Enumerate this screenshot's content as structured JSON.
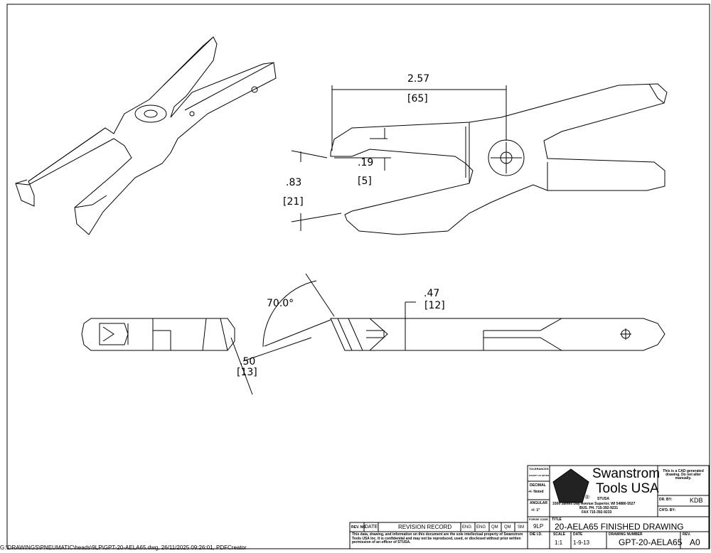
{
  "dimensions": {
    "length_in": "2.57",
    "length_mm": "[65]",
    "tip_in": ".19",
    "tip_mm": "[5]",
    "open_in": ".83",
    "open_mm": "[21]",
    "angle": "70.0°",
    "thick_in": ".47",
    "thick_mm": "[12]",
    "width_in": ".50",
    "width_mm": "[13]"
  },
  "title_block": {
    "tolerances_label": "TOLERANCES",
    "tolerances_sub": "EXCEPT AS NOTED",
    "decimal_label": "DECIMAL",
    "decimal_value": "+/- Noted",
    "angular_label": "ANGULAR",
    "angular_value": "+/- 1°",
    "company_line1": "Swanstrom",
    "company_line2": "Tools USA",
    "registered": "®",
    "stusa": "STUSA",
    "address": "3300 James Day Avenue Superior, WI 54880-5527",
    "phone": "BUS. PH. 715-392-9231",
    "fax": "FAX 715-392-9233",
    "cad_note": "This is a CAD generated drawing. Do not alter manually.",
    "dr_by_label": "DR. BY:",
    "dr_by_value": "KDB",
    "chkd_by_label": "CH'D. BY:",
    "forge_code_label": "FORGE CODE",
    "forge_code_value": "9LP",
    "title_label": "TITLE",
    "title_value": "20-AELA65 FINISHED DRAWING",
    "die_id_label": "DIE I.D.",
    "scale_label": "SCALE",
    "scale_value": "1:1",
    "date_label": "DATE",
    "date_value": "1-9-13",
    "drawing_number_label": "DRAWING NUMBER",
    "drawing_number_value": "GPT-20-AELA65",
    "rev_label": "REV.",
    "rev_value": "A0"
  },
  "revision_block": {
    "headers": [
      "REV. NO",
      "DATE",
      "REVISION RECORD",
      "ENG",
      "ENG",
      "QM",
      "QM",
      "SM"
    ],
    "notice": "This data, drawing, and information on this document are the sole intellectual property of Swanstrom Tools USA Inc. It is confidential and may not be reproduced, used, or disclosed without prior written permission of an officer of STUSA."
  },
  "footer": "G:\\DRAWINGS\\PNEUMATIC\\heads\\9LP\\GPT-20-AELA65.dwg, 26/11/2025 09:26:01, PDFCreator"
}
